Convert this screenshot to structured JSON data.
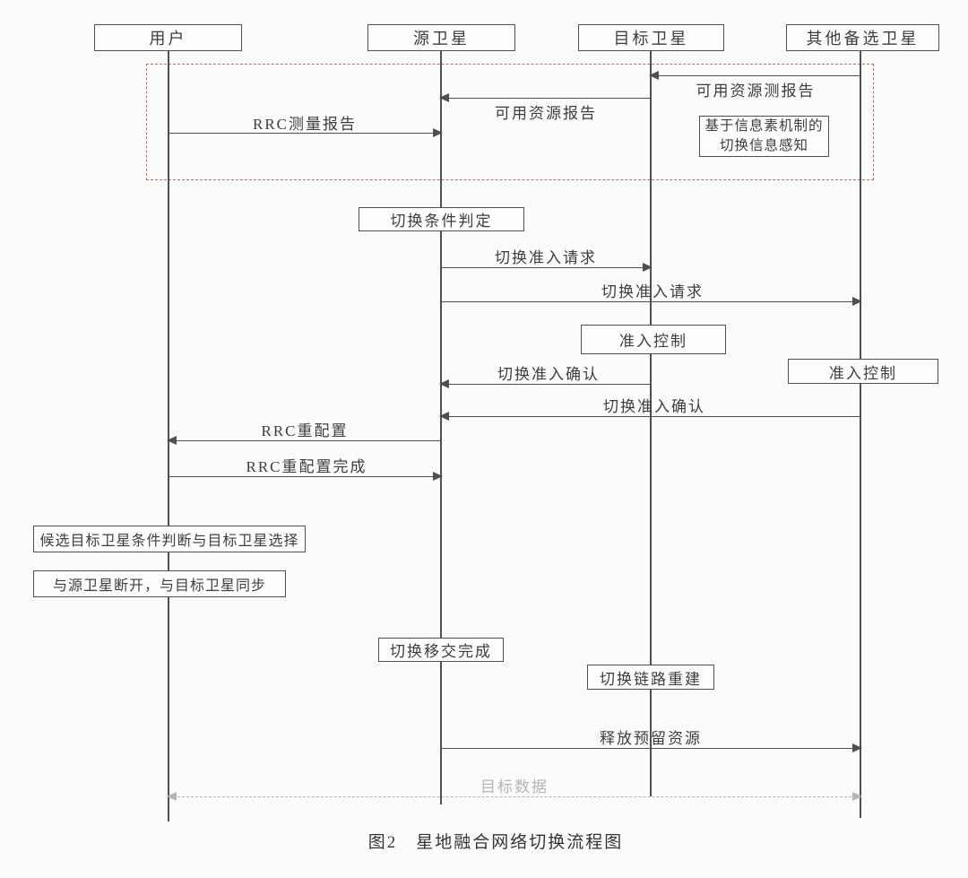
{
  "figure": {
    "caption": "图2　星地融合网络切换流程图",
    "actors": {
      "user": "用户",
      "source": "源卫星",
      "target": "目标卫星",
      "others": "其他备选卫星"
    },
    "messages": {
      "available_resource_measure_report": "可用资源测报告",
      "available_resource_report": "可用资源报告",
      "rrc_measure_report": "RRC测量报告",
      "handover_admission_request_target": "切换准入请求",
      "handover_admission_request_others": "切换准入请求",
      "handover_admission_confirm_target": "切换准入确认",
      "handover_admission_confirm_others": "切换准入确认",
      "rrc_reconfig": "RRC重配置",
      "rrc_reconfig_complete": "RRC重配置完成",
      "release_reserved_resources": "释放预留资源",
      "target_data": "目标数据"
    },
    "process_boxes": {
      "pheromone_line1": "基于信息素机制的",
      "pheromone_line2": "切换信息感知",
      "handover_condition": "切换条件判定",
      "admission_control_target": "准入控制",
      "admission_control_others": "准入控制",
      "candidate_judge_select": "候选目标卫星条件判断与目标卫星选择",
      "disconnect_sync": "与源卫星断开，与目标卫星同步",
      "handover_transfer_complete": "切换移交完成",
      "handover_link_rebuild": "切换链路重建"
    },
    "colors": {
      "line": "#4f4f4f",
      "text": "#3d3d3d",
      "highlight_dashed": "#bf6a6a",
      "muted_dashed": "#b5b5b5"
    }
  }
}
